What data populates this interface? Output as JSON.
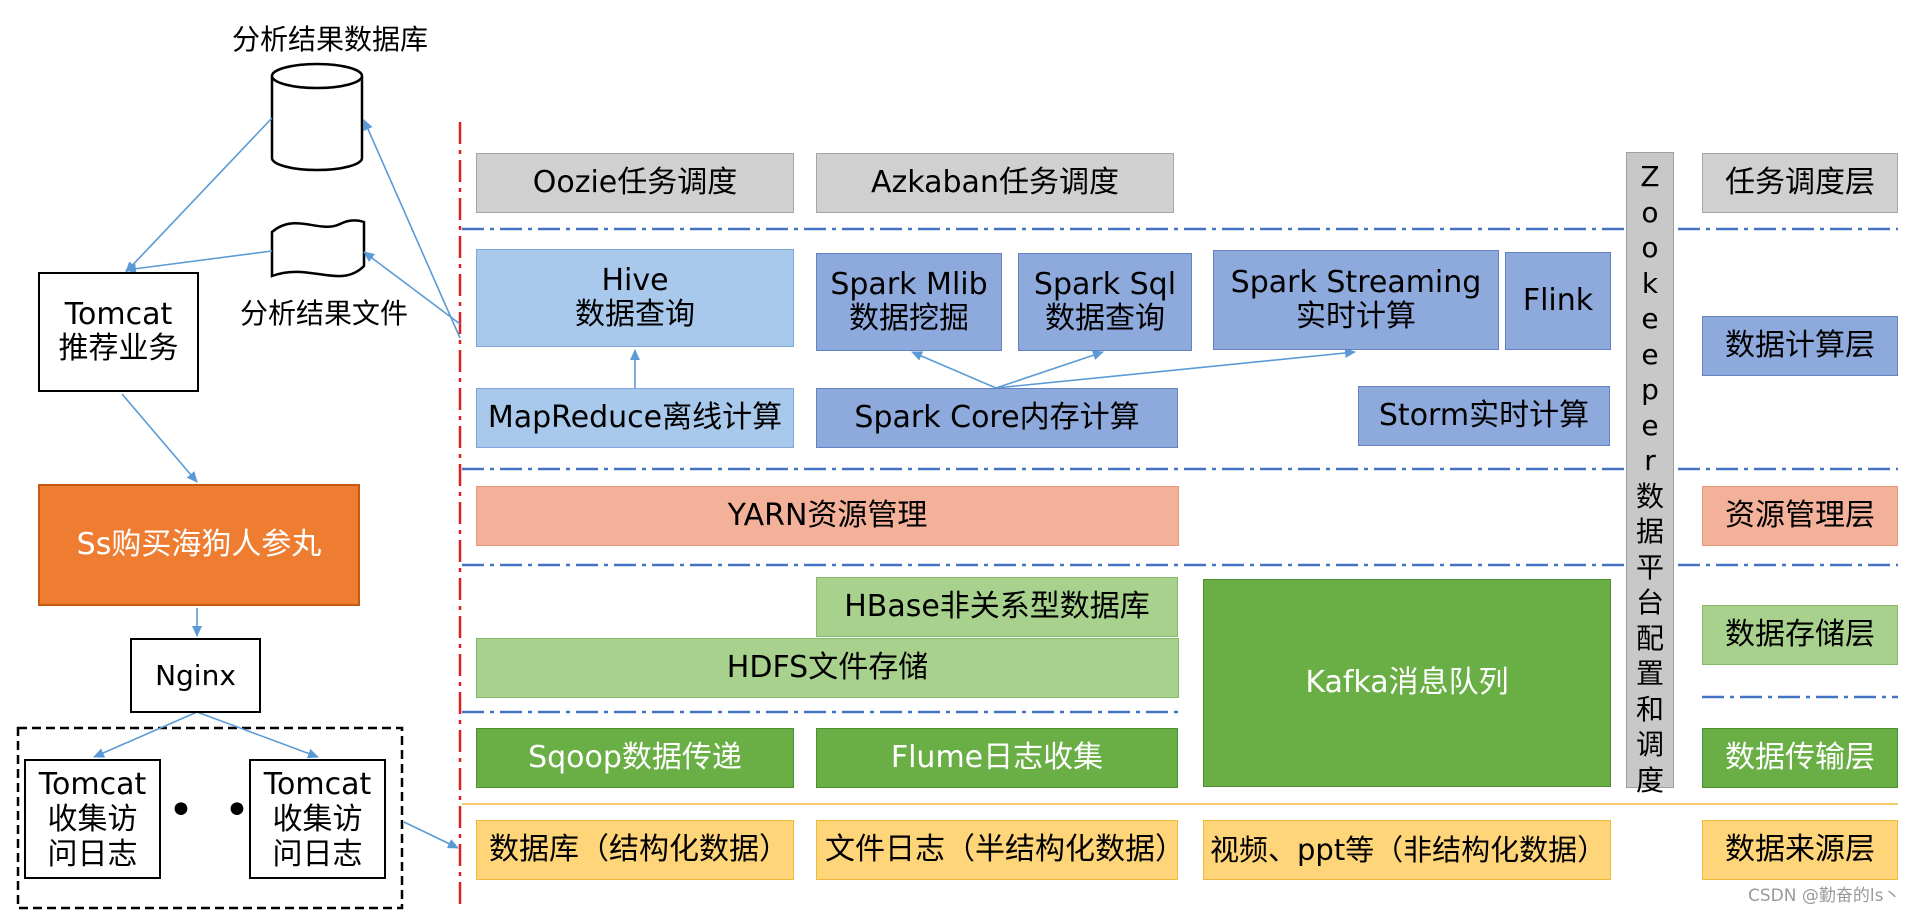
{
  "left": {
    "db_label": "分析结果数据库",
    "file_label": "分析结果文件",
    "tomcat_rec": [
      "Tomcat",
      "推荐业务"
    ],
    "ss_box": "Ss购买海狗人参丸",
    "nginx": "Nginx",
    "tomcat_log_1": [
      "Tomcat",
      "收集访",
      "问日志"
    ],
    "tomcat_log_2": [
      "Tomcat",
      "收集访",
      "问日志"
    ],
    "ellipsis": "• • •"
  },
  "scheduling": {
    "oozie": "Oozie任务调度",
    "azkaban": "Azkaban任务调度"
  },
  "compute": {
    "hive": [
      "Hive",
      "数据查询"
    ],
    "spark_mlib": [
      "Spark Mlib",
      "数据挖掘"
    ],
    "spark_sql": [
      "Spark Sql",
      "数据查询"
    ],
    "spark_streaming": [
      "Spark Streaming",
      "实时计算"
    ],
    "flink": "Flink",
    "mapreduce": "MapReduce离线计算",
    "spark_core": "Spark Core内存计算",
    "storm": "Storm实时计算"
  },
  "resource": {
    "yarn": "YARN资源管理"
  },
  "storage": {
    "hbase": "HBase非关系型数据库",
    "hdfs": "HDFS文件存储",
    "kafka": "Kafka消息队列"
  },
  "transport": {
    "sqoop": "Sqoop数据传递",
    "flume": "Flume日志收集"
  },
  "sources": {
    "db": "数据库（结构化数据）",
    "log": "文件日志（半结构化数据）",
    "video": "视频、ppt等（非结构化数据）"
  },
  "zookeeper": [
    "Z",
    "o",
    "o",
    "k",
    "e",
    "e",
    "p",
    "e",
    "r",
    "数",
    "据",
    "平",
    "台",
    "配",
    "置",
    "和",
    "调",
    "度"
  ],
  "layers": {
    "schedule": "任务调度层",
    "compute": "数据计算层",
    "resource": "资源管理层",
    "storage": "数据存储层",
    "transport": "数据传输层",
    "source": "数据来源层"
  },
  "watermark": "CSDN @勤奋的ls丶",
  "colors": {
    "gray": "#d0d0d0",
    "light_blue": "#a9c9ec",
    "mid_blue": "#8ea9db",
    "salmon": "#f4b19a",
    "light_green": "#a9d18e",
    "dark_green": "#6aaf45",
    "yellow": "#ffd57a",
    "orange": "#ee7d31",
    "arrow": "#5b9bd5",
    "divider": "#4472c4",
    "red_line": "#e02020"
  }
}
